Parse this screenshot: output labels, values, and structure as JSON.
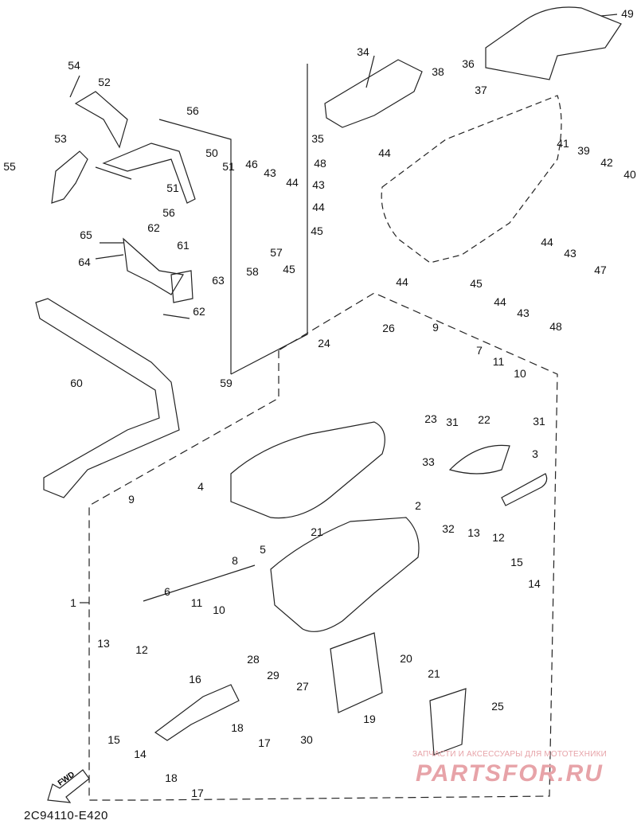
{
  "diagram_code": "2C94110-E420",
  "forward_label": "FWD",
  "watermark": {
    "tagline": "ЗАПЧАСТИ И АКСЕССУАРЫ ДЛЯ МОТОТЕХНИКИ",
    "brand": "PARTSFOR.RU"
  },
  "callouts": [
    "1",
    "2",
    "3",
    "4",
    "5",
    "6",
    "7",
    "8",
    "9",
    "10",
    "11",
    "12",
    "13",
    "14",
    "15",
    "16",
    "17",
    "18",
    "19",
    "20",
    "21",
    "22",
    "23",
    "24",
    "25",
    "26",
    "27",
    "28",
    "29",
    "30",
    "31",
    "32",
    "33",
    "34",
    "35",
    "36",
    "37",
    "38",
    "39",
    "40",
    "41",
    "42",
    "43",
    "44",
    "45",
    "46",
    "47",
    "48",
    "49",
    "50",
    "51",
    "52",
    "53",
    "54",
    "55",
    "56",
    "57",
    "58",
    "59",
    "60",
    "61",
    "62",
    "63",
    "64",
    "65"
  ],
  "colors": {
    "line": "#222222",
    "background": "#ffffff",
    "watermark": "#e7a3a8"
  }
}
